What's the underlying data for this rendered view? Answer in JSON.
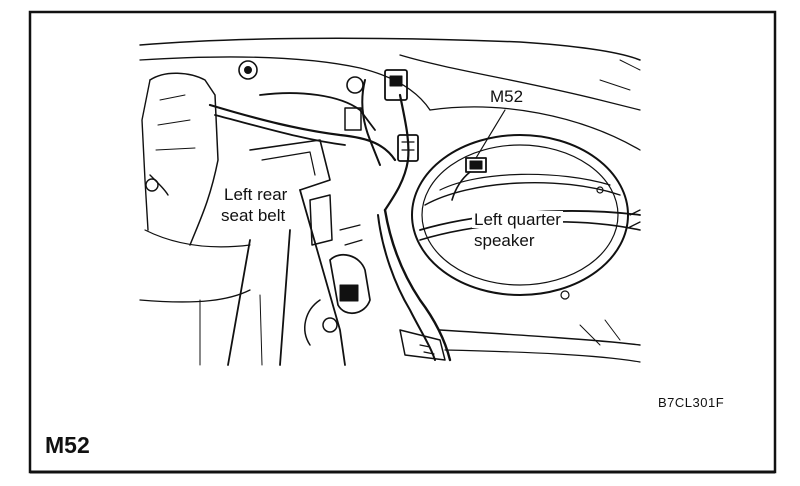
{
  "labels": {
    "connector_callout": "M52",
    "seat_belt_line1": "Left rear",
    "seat_belt_line2": "seat belt",
    "speaker_line1": "Left quarter",
    "speaker_line2": "speaker",
    "figure_code": "B7CL301F"
  },
  "connector_id": "M52"
}
